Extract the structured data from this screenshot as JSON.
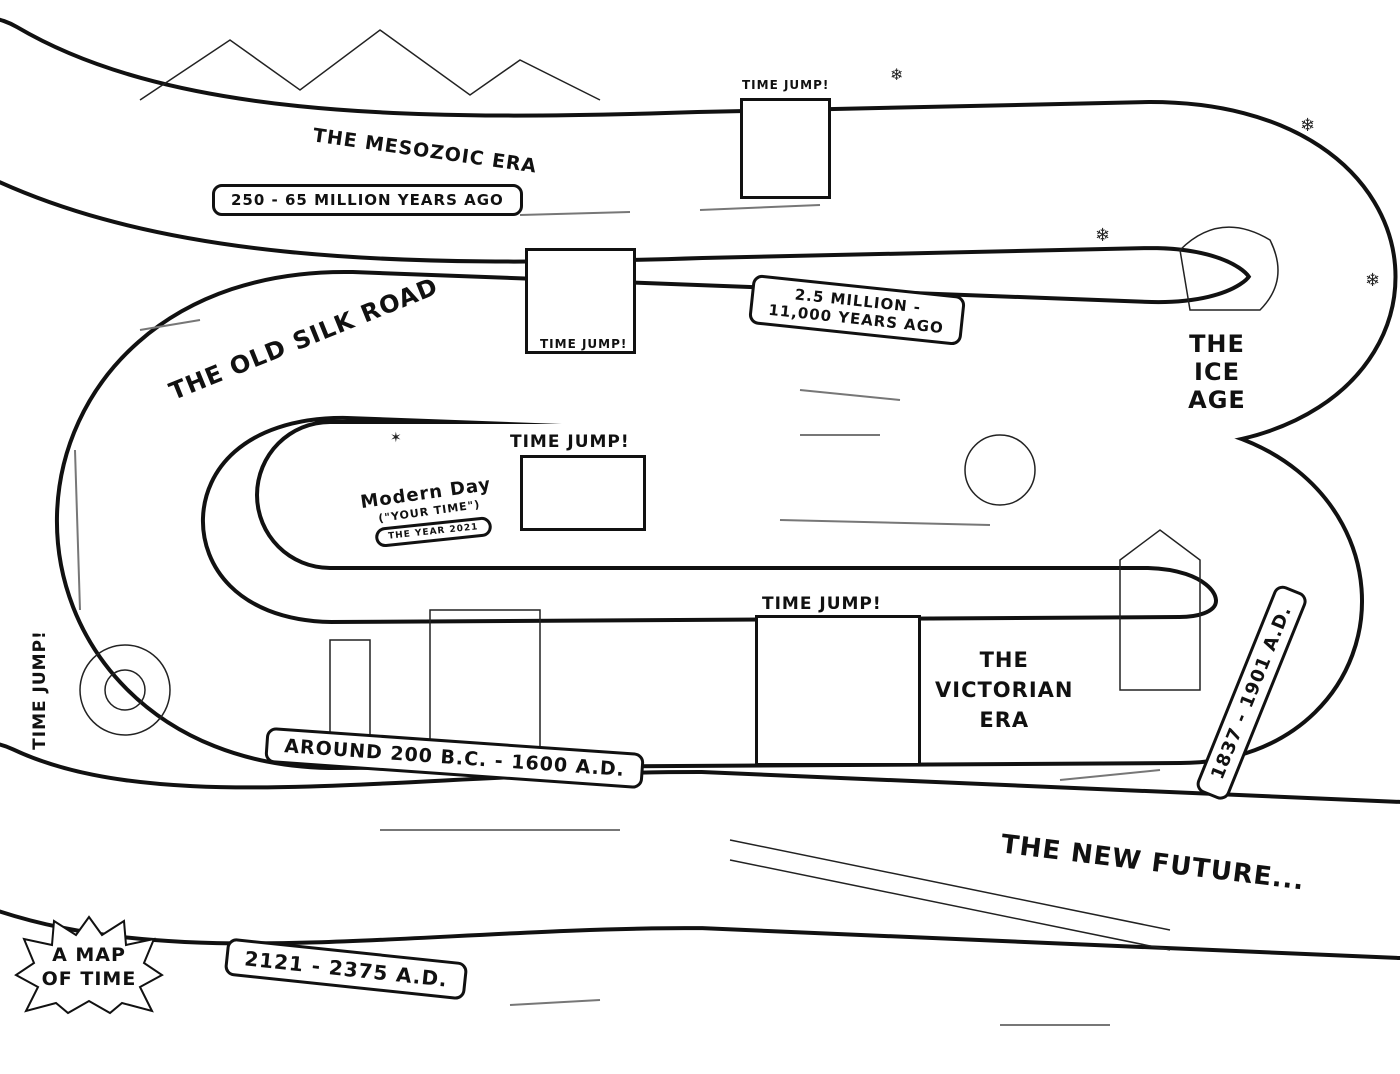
{
  "title": "A MAP OF TIME",
  "eras": [
    {
      "name": "THE MESOZOIC ERA",
      "dates": "250 - 65 MILLION YEARS AGO"
    },
    {
      "name": "THE ICE AGE",
      "dates_line1": "2.5 MILLION -",
      "dates_line2": "11,000 YEARS AGO"
    },
    {
      "name": "THE OLD SILK ROAD",
      "dates": "AROUND 200 B.C. - 1600 A.D."
    },
    {
      "name": "Modern Day",
      "subtitle": "(\"YOUR TIME\")",
      "dates": "THE YEAR 2021"
    },
    {
      "name_line1": "THE",
      "name_line2": "VICTORIAN",
      "name_line3": "ERA",
      "dates": "1837 - 1901 A.D."
    },
    {
      "name": "THE NEW FUTURE...",
      "dates": "2121 - 2375 A.D."
    }
  ],
  "time_jump_label": "TIME JUMP!",
  "colors": {
    "ink": "#111111",
    "paper": "#ffffff",
    "arrow": "#777777"
  }
}
